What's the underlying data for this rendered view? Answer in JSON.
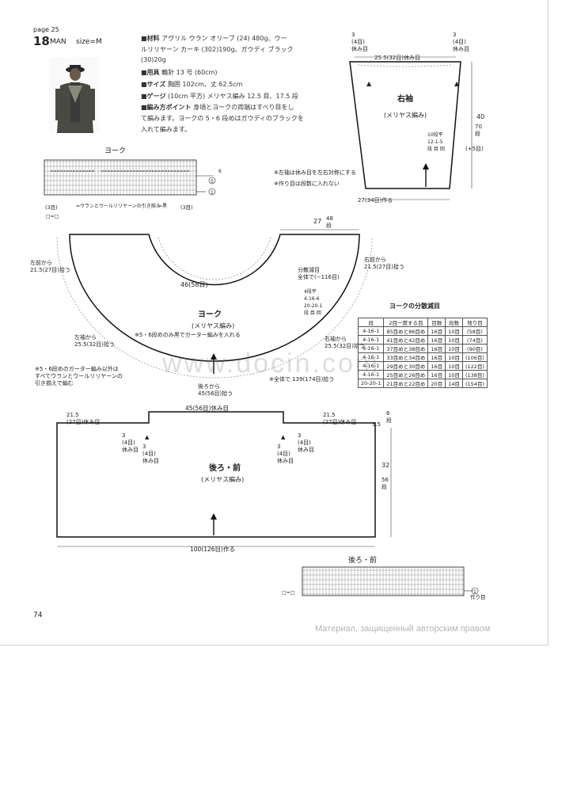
{
  "page": {
    "page_label": "page 25",
    "pattern_number": "18",
    "pattern_who": "MAN",
    "pattern_size": "size=M",
    "page_number": "74",
    "watermark": "www.docin.com",
    "footer_watermark": "Материал, защищенный авторским правом"
  },
  "materials": {
    "materials_label": "■材料",
    "materials_l1": "アヴリル ウラン オリーブ (24) 480g、ウー",
    "materials_l2": "ルリリヤーン カーキ (302)190g、ガウディ ブラック",
    "materials_l3": "(30)20g",
    "tools_label": "■用具",
    "tools_text": "輪針 13 号 (60cm)",
    "size_label": "■サイズ",
    "size_text": "胸囲 102cm、丈 62.5cm",
    "gauge_label": "■ゲージ",
    "gauge_text": "(10cm 平方) メリヤス編み 12.5 目、17.5 段",
    "points_label": "■編み方ポイント",
    "points_l1": "身頃とヨークの両端はすべり目をし",
    "points_l2": "て編みます。ヨークの 5・6 段めはガウディのブラックを",
    "points_l3": "入れて編みます。"
  },
  "sleeve": {
    "title": "右袖",
    "subtitle": "(メリヤス編み)",
    "top_left_rest": "3\n(4目)\n休み目",
    "top_right_rest": "3\n(4目)\n休み目",
    "top_width": "25.5(32目)休み目",
    "height_label": "40",
    "height_rows": "70\n段",
    "increase": "(+5目)",
    "inc_rule": "10段平\n12-1-5\n段 目 回",
    "bottom": "27(34目)作る",
    "note1": "※左袖は休み目を左右対称にする",
    "note2": "※作り目は段数に入れない"
  },
  "yoke_chart": {
    "title": "ヨーク",
    "legend1": "=ウランとウールリリヤーンの引き揃え",
    "legend2": "=黒",
    "legend3": "□=□",
    "row_marks": [
      "6",
      "5",
      "1"
    ],
    "corner_left": "(3目)",
    "corner_right": "(3目)"
  },
  "yoke": {
    "title": "ヨーク",
    "subtitle": "(メリヤス編み)",
    "garter_note": "※5・6段めのみ黒でガーター編みを入れる",
    "depth": "27",
    "depth_rows": "48\n段",
    "inner": "46(58目)",
    "left_front": "左前から\n21.5(27目)拾う",
    "right_front": "右前から\n21.5(27目)拾う",
    "left_sleeve": "左袖から\n25.5(32目)拾う",
    "right_sleeve": "右袖から\n25.5(32目)拾う",
    "back": "後ろから\n45(56目)拾う",
    "total": "※全体で 139(174目)拾う",
    "dispersed": "分散減目\n全体で(−116目)",
    "dec_rule": "4段平\n4-16-6\n20-20-1\n段 目 回",
    "yarn_note": "※5・6段めのガーター編み以外は\nすべてウランとウールリリヤーンの\n引き揃えで編む"
  },
  "decrease_table": {
    "title": "ヨークの分散減目",
    "headers": [
      "段",
      "2目一度する目",
      "目数",
      "段数",
      "残り目"
    ],
    "rows": [
      [
        "4-16-1",
        "85目めと86目め",
        "16目",
        "10目",
        "(58目)"
      ],
      [
        "4-16-1",
        "41目めと42目め",
        "16目",
        "10目",
        "(74目)"
      ],
      [
        "4-16-1",
        "37目めと38目め",
        "16目",
        "10目",
        "(90目)"
      ],
      [
        "4-16-1",
        "33目めと34目め",
        "16目",
        "10目",
        "(106目)"
      ],
      [
        "4-16-1",
        "29目めと30目め",
        "16目",
        "10目",
        "(122目)"
      ],
      [
        "4-16-1",
        "25目めと26目め",
        "16目",
        "10目",
        "(138目)"
      ],
      [
        "20-20-1",
        "21目めと22目め",
        "20目",
        "14目",
        "(154目)"
      ]
    ]
  },
  "body": {
    "title": "後ろ・前",
    "subtitle": "(メリヤス編み)",
    "top_center": "45(56目)休み目",
    "top_left": "21.5\n(27目)休み目",
    "top_right": "21.5\n(27目)休み目",
    "rest_a": "3\n(4目)\n休み目",
    "rest_b": "3\n(4目)\n休み目",
    "rest_c": "3\n(4目)\n休み目",
    "rest_d": "3\n(4目)\n休み目",
    "side_small": "3.5",
    "side_small_rows": "6\n段",
    "height": "32",
    "height_rows": "56\n段",
    "bottom": "100(126目)作る"
  },
  "body_chart": {
    "title": "後ろ・前",
    "cast_on": "作り目",
    "legend": "□=□",
    "row_mark": "1"
  }
}
